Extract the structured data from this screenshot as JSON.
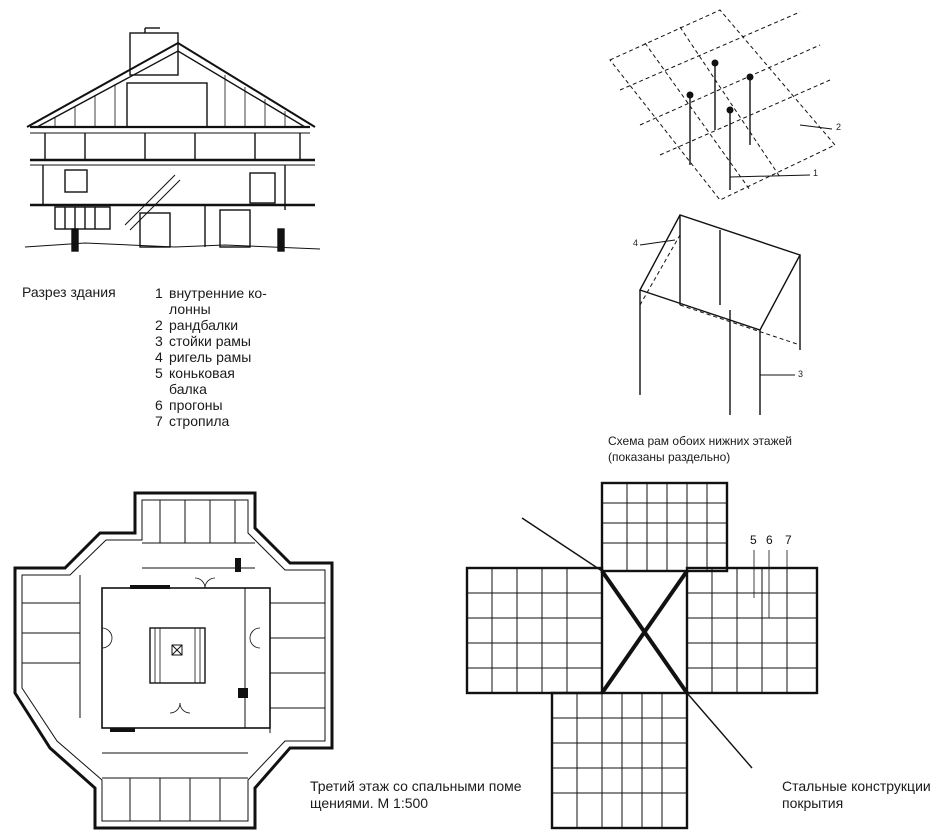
{
  "section": {
    "caption": "Разрез здания"
  },
  "legend": [
    {
      "num": "1",
      "text": "внутренние ко-\nлонны"
    },
    {
      "num": "2",
      "text": "рандбалки"
    },
    {
      "num": "3",
      "text": "стойки рамы"
    },
    {
      "num": "4",
      "text": "ригель рамы"
    },
    {
      "num": "5",
      "text": "коньковая\nбалка"
    },
    {
      "num": "6",
      "text": "прогоны"
    },
    {
      "num": "7",
      "text": "стропила"
    }
  ],
  "frames": {
    "caption_line1": "Схема рам обоих нижних этажей",
    "caption_line2": "(показаны раздельно)",
    "callout_2": "2",
    "callout_1": "1",
    "callout_4": "4",
    "callout_3": "3"
  },
  "plan": {
    "caption_line1": "Третий этаж со спальными поме",
    "caption_line2": "щениями. М 1:500"
  },
  "roof": {
    "caption_line1": "Стальные конструкции",
    "caption_line2": "покрытия",
    "callout_5": "5",
    "callout_6": "6",
    "callout_7": "7"
  }
}
